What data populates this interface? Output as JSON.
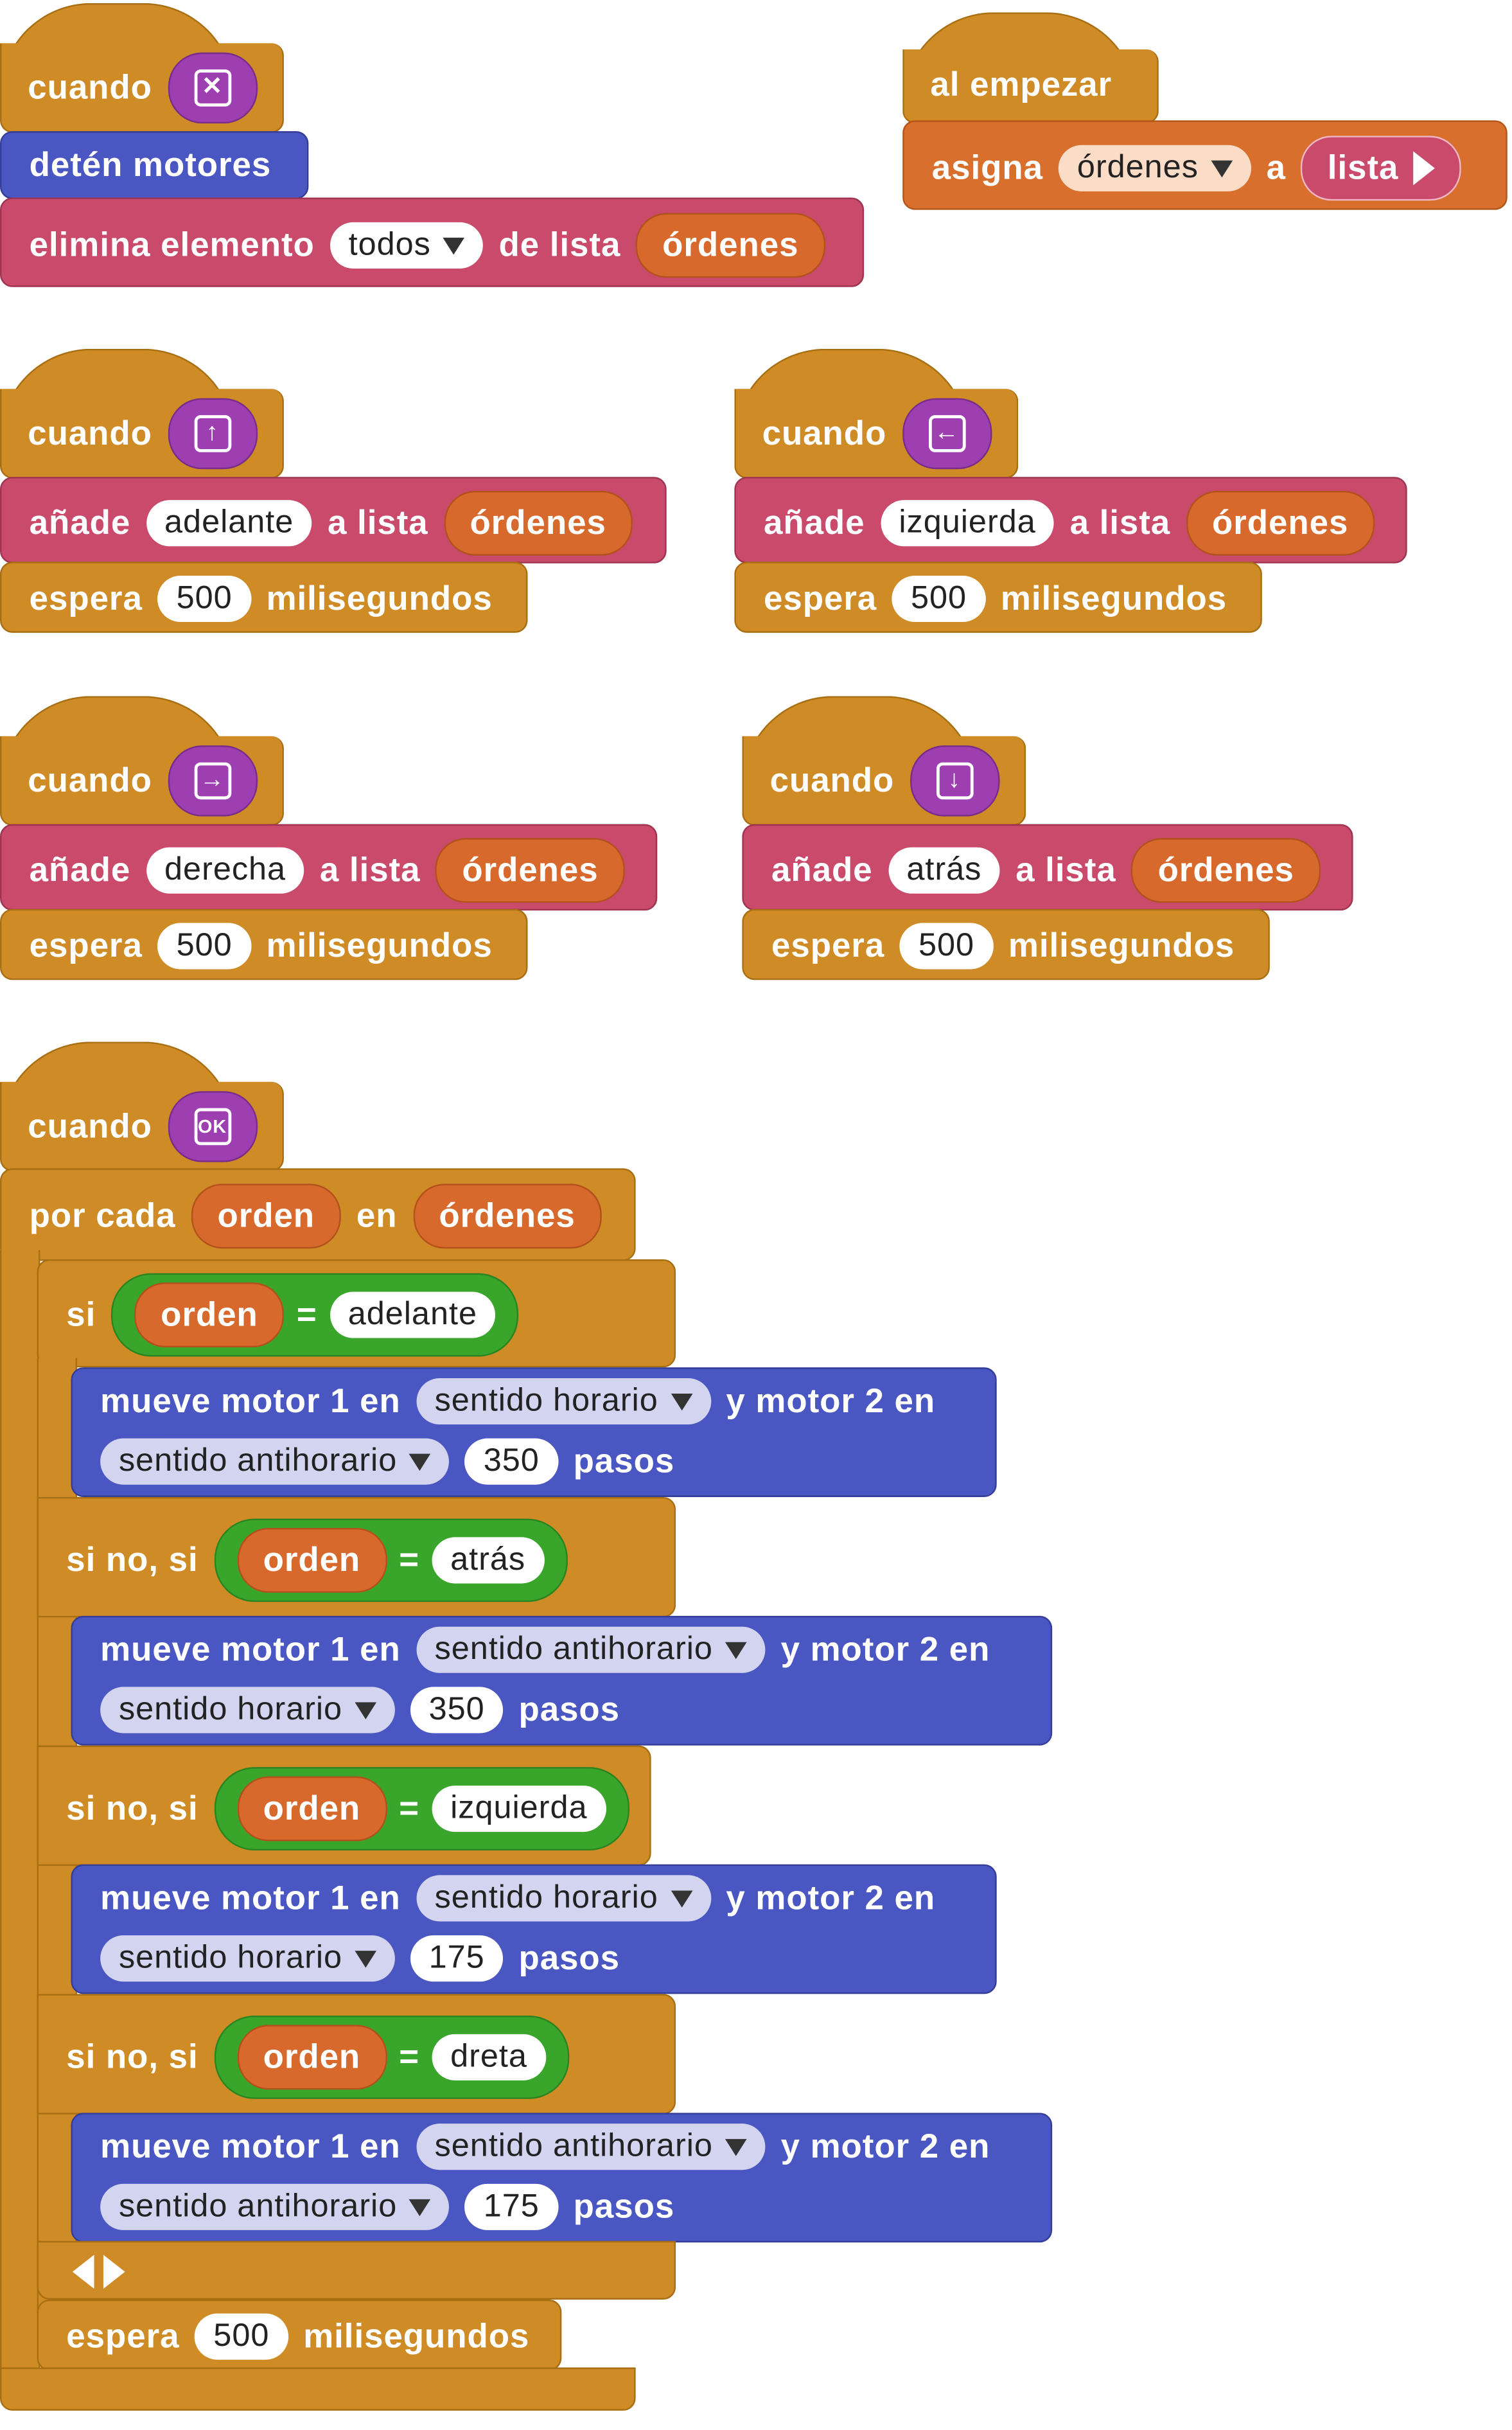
{
  "words": {
    "cuando": "cuando",
    "al_empezar": "al empezar",
    "detener": "detén motores",
    "elimina": "elimina elemento",
    "de_lista": "de lista",
    "asigna": "asigna",
    "a": "a",
    "anade": "añade",
    "a_lista": "a lista",
    "espera": "espera",
    "milisegundos": "milisegundos",
    "por_cada": "por cada",
    "en": "en",
    "si": "si",
    "si_no_si": "si no, si",
    "igual": "=",
    "mueve_motor": "mueve motor 1 en",
    "y_motor": "y motor 2 en",
    "pasos": "pasos"
  },
  "vars": {
    "ordenes": "órdenes",
    "orden": "orden",
    "lista": "lista"
  },
  "values": {
    "todos": "todos",
    "adelante": "adelante",
    "izquierda": "izquierda",
    "derecha": "derecha",
    "atras": "atrás",
    "dreta": "dreta",
    "wait_ms": "500",
    "horario": "sentido horario",
    "antihorario": "sentido antihorario",
    "steps_350": "350",
    "steps_175": "175"
  },
  "icons": {
    "stop_key": "x-key-icon",
    "up_key": "arrow-up-key-icon",
    "left_key": "arrow-left-key-icon",
    "right_key": "arrow-right-key-icon",
    "down_key": "arrow-down-key-icon",
    "ok_key": "ok-key-icon"
  },
  "key_labels": {
    "ok": "OK"
  },
  "colors": {
    "events": "#cf8b26",
    "lists": "#c94a6b",
    "variables": "#d86f2d",
    "motors": "#4a56c2",
    "logic": "#3aa52b",
    "key_icon": "#9d3fb0"
  }
}
